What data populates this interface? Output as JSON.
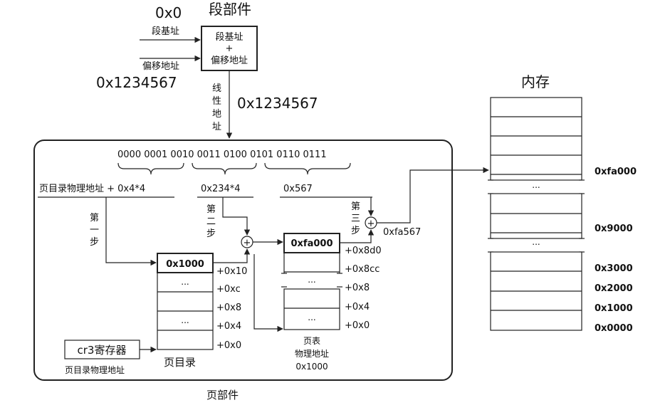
{
  "segment": {
    "title": "段部件",
    "base_value": "0x0",
    "base_label": "段基址",
    "offset_label": "偏移地址",
    "offset_value": "0x1234567",
    "box_line1": "段基址",
    "box_line2": "+",
    "box_line3": "偏移地址",
    "linear_chars": [
      "线",
      "性",
      "地",
      "址"
    ],
    "linear_value": "0x1234567"
  },
  "paging": {
    "title": "页部件",
    "binary": "0000 0001 0010 0011 0100 0101 0110 0111",
    "pde_expr": "页目录物理地址 + 0x4*4",
    "pte_expr": "0x234*4",
    "offset_expr": "0x567",
    "step1": [
      "第",
      "一",
      "步"
    ],
    "step2": [
      "第",
      "二",
      "步"
    ],
    "step3": [
      "第",
      "三",
      "步"
    ],
    "plus_sign": "+",
    "result": "0xfa567",
    "page_dir": {
      "label": "页目录",
      "first_value": "0x1000",
      "cells": [
        "0x1000",
        "...",
        "",
        "...",
        ""
      ],
      "offsets": [
        "+0x10",
        "+0xc",
        "+0x8",
        "+0x4",
        "+0x0"
      ]
    },
    "page_table": {
      "first_value": "0xfa000",
      "cells": [
        "0xfa000",
        "...",
        "",
        "..."
      ],
      "offsets": [
        "+0x8d0",
        "+0x8cc",
        "+0x8",
        "+0x4",
        "+0x0"
      ],
      "label_line1": "页表",
      "label_line2": "物理地址",
      "label_line3": "0x1000"
    },
    "cr3": {
      "label": "cr3寄存器",
      "caption": "页目录物理地址"
    }
  },
  "memory": {
    "title": "内存",
    "ellipsis": "...",
    "addresses": [
      "0xfa000",
      "0x9000",
      "0x3000",
      "0x2000",
      "0x1000",
      "0x0000"
    ]
  }
}
